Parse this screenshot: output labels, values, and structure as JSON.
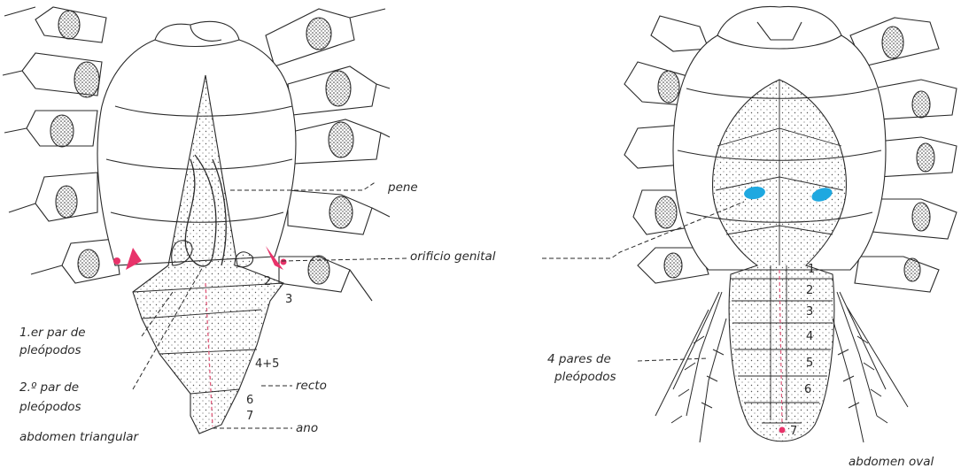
{
  "male": {
    "pene": "pene",
    "orificio_genital": "orificio genital",
    "par1_line1": "1.er par de",
    "par1_line2": "pleópodos",
    "par2_line1": "2.º par de",
    "par2_line2": "pleópodos",
    "recto": "recto",
    "ano": "ano",
    "caption": "abdomen triangular",
    "segments": [
      "2",
      "3",
      "4+5",
      "6",
      "7"
    ]
  },
  "female": {
    "pleopods_line1": "4 pares de",
    "pleopods_line2": "pleópodos",
    "caption": "abdomen oval",
    "segments": [
      "1",
      "2",
      "3",
      "4",
      "5",
      "6",
      "7"
    ]
  },
  "colors": {
    "ink": "#2a2a2a",
    "genital_pink": "#e8336a",
    "genital_blue": "#1fa8e0",
    "rectum": "#e05a7a"
  }
}
